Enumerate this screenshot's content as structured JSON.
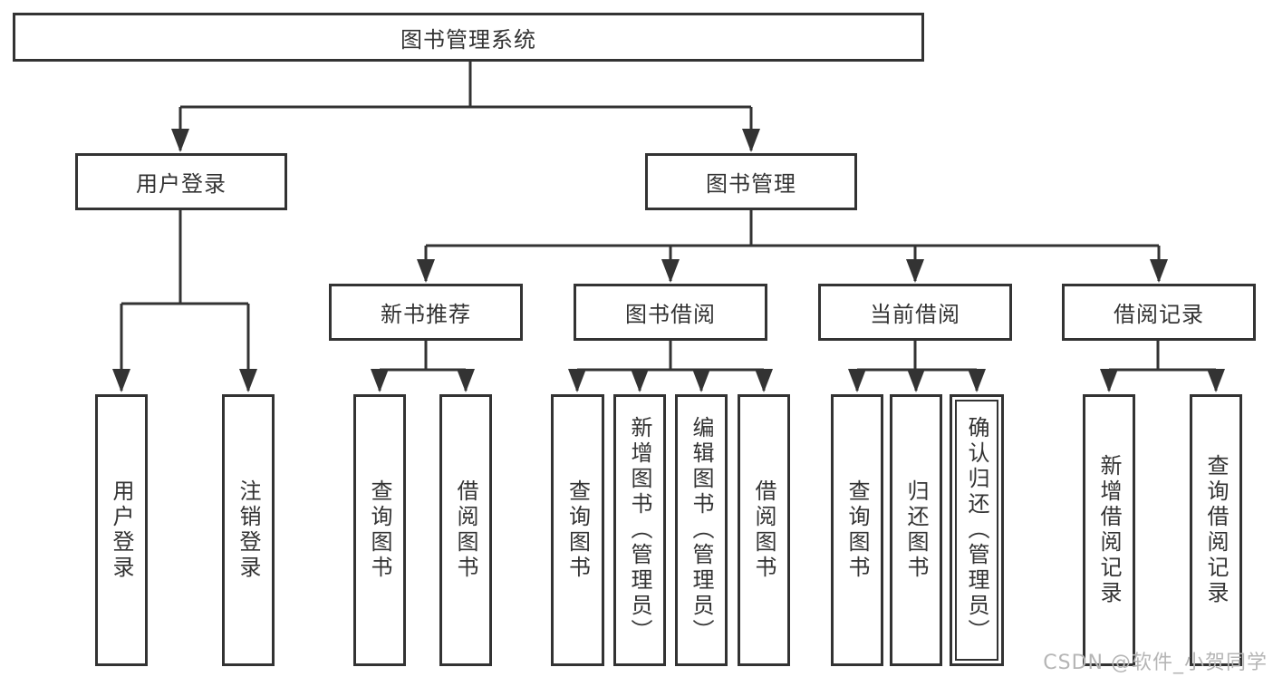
{
  "diagram": {
    "root_label": "图书管理系统",
    "branches": [
      {
        "label": "用户登录",
        "children": [
          {
            "label": "用户登录"
          },
          {
            "label": "注销登录"
          }
        ]
      },
      {
        "label": "图书管理",
        "children": [
          {
            "label": "新书推荐",
            "children": [
              {
                "label": "查询图书"
              },
              {
                "label": "借阅图书"
              }
            ]
          },
          {
            "label": "图书借阅",
            "children": [
              {
                "label": "查询图书"
              },
              {
                "label": "新增图书（管理员）"
              },
              {
                "label": "编辑图书（管理员）"
              },
              {
                "label": "借阅图书"
              }
            ]
          },
          {
            "label": "当前借阅",
            "children": [
              {
                "label": "查询图书"
              },
              {
                "label": "归还图书"
              },
              {
                "label": "确认归还（管理员）"
              }
            ]
          },
          {
            "label": "借阅记录",
            "children": [
              {
                "label": "新增借阅记录"
              },
              {
                "label": "查询借阅记录"
              }
            ]
          }
        ]
      }
    ]
  },
  "watermark": {
    "text": "CSDN @软件_小贺同学"
  },
  "colors": {
    "line": "#333333",
    "text": "#333333",
    "watermark": "#b5b5b5",
    "background": "#ffffff"
  }
}
